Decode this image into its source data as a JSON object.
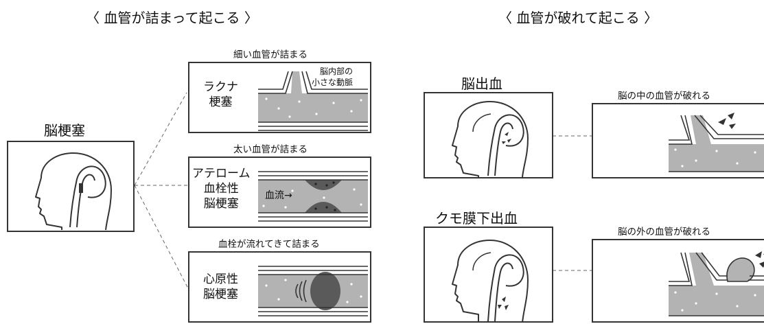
{
  "left_section": {
    "heading": "〈 血管が詰まって起こる 〉",
    "main_label": "脳梗塞",
    "types": [
      {
        "caption": "細い血管が詰まる",
        "name": "ラクナ\n梗塞",
        "annotation": "脳内部の\n小さな動脈"
      },
      {
        "caption": "太い血管が詰まる",
        "name": "アテローム\n血栓性\n脳梗塞",
        "annotation": "血流→"
      },
      {
        "caption": "血栓が流れてきて詰まる",
        "name": "心原性\n脳梗塞"
      }
    ]
  },
  "right_section": {
    "heading": "〈 血管が破れて起こる 〉",
    "types": [
      {
        "name": "脳出血",
        "caption": "脳の中の血管が破れる"
      },
      {
        "name": "クモ膜下出血",
        "caption": "脳の外の血管が破れる"
      }
    ]
  },
  "colors": {
    "vessel_fill": "#b3b3b3",
    "clot": "#5a5a5a",
    "line": "#333333"
  }
}
